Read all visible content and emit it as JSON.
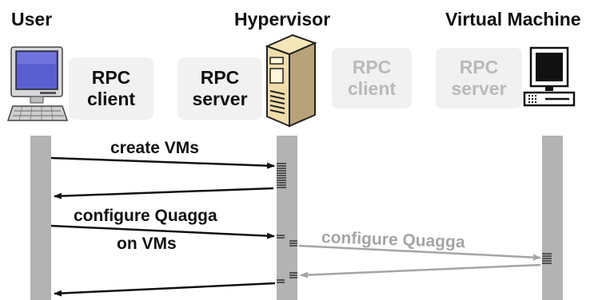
{
  "participants": {
    "user": "User",
    "hypervisor": "Hypervisor",
    "vm": "Virtual Machine"
  },
  "rpc": {
    "user_client": [
      "RPC",
      "client"
    ],
    "hypervisor_server": [
      "RPC",
      "server"
    ],
    "hypervisor_client": [
      "RPC",
      "client"
    ],
    "vm_server": [
      "RPC",
      "server"
    ]
  },
  "messages": {
    "create_vms": "create VMs",
    "configure_line1": "configure Quagga",
    "configure_line2": "on VMs",
    "configure_vm": "configure Quagga"
  },
  "icons": [
    "desktop-computer-icon",
    "server-tower-icon",
    "terminal-computer-icon"
  ],
  "colors": {
    "active": "#111111",
    "faded": "#b9b9b9",
    "lifeline": "#b3b3b3",
    "box_bg": "#f1f1f1"
  }
}
